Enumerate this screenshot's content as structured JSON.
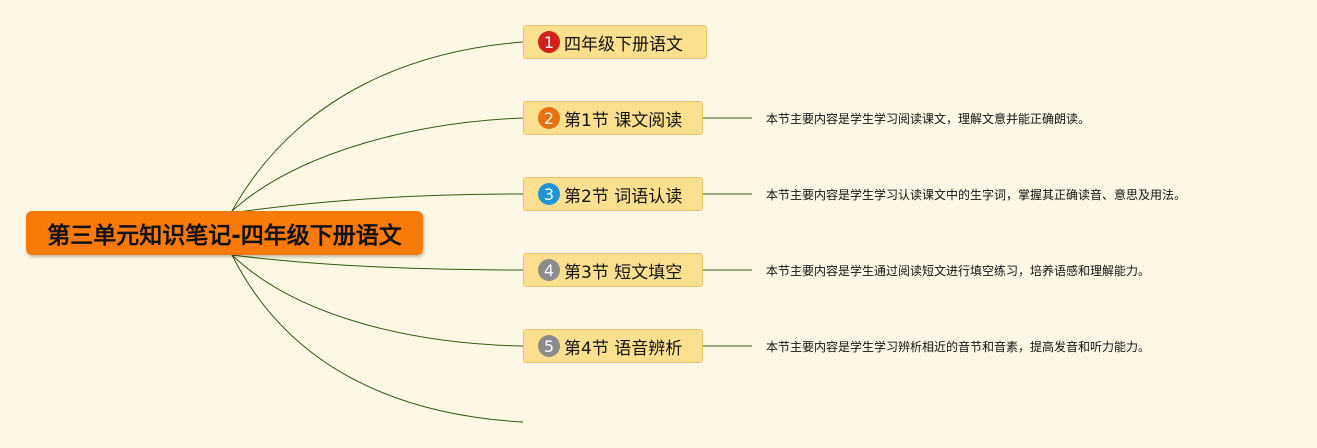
{
  "root": {
    "title": "第三单元知识笔记-四年级下册语文"
  },
  "branches": [
    {
      "number": "1",
      "label": "四年级下册语文",
      "description": "",
      "badge_color": "#d11f1a"
    },
    {
      "number": "2",
      "label": "第1节 课文阅读",
      "description": "本节主要内容是学生学习阅读课文，理解文意并能正确朗读。",
      "badge_color": "#e9700e"
    },
    {
      "number": "3",
      "label": "第2节 词语认读",
      "description": "本节主要内容是学生学习认读课文中的生字词，掌握其正确读音、意思及用法。",
      "badge_color": "#1f95d6"
    },
    {
      "number": "4",
      "label": "第3节 短文填空",
      "description": "本节主要内容是学生通过阅读短文进行填空练习，培养语感和理解能力。",
      "badge_color": "#8c8c8c"
    },
    {
      "number": "5",
      "label": "第4节 语音辨析",
      "description": "本节主要内容是学生学习辨析相近的音节和音素，提高发音和听力能力。",
      "badge_color": "#8c8c8c"
    }
  ],
  "colors": {
    "background": "#fdf8e6",
    "root_fill": "#f97a07",
    "branch_fill": "#fde08f",
    "connector": "#2e5a12"
  }
}
